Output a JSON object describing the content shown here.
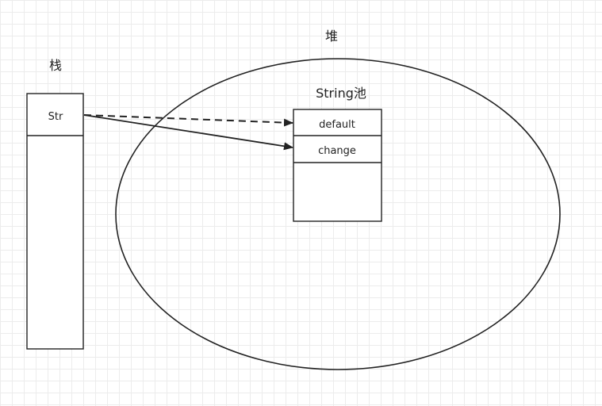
{
  "stack": {
    "title": "栈",
    "variable": "Str"
  },
  "heap": {
    "title": "堆",
    "pool": {
      "title": "String池",
      "entries": [
        "default",
        "change"
      ]
    }
  },
  "arrows": [
    {
      "from": "Str",
      "to": "default",
      "style": "dashed"
    },
    {
      "from": "Str",
      "to": "change",
      "style": "solid"
    }
  ],
  "colors": {
    "stroke": "#222222",
    "grid": "#ececec",
    "background": "#ffffff"
  }
}
